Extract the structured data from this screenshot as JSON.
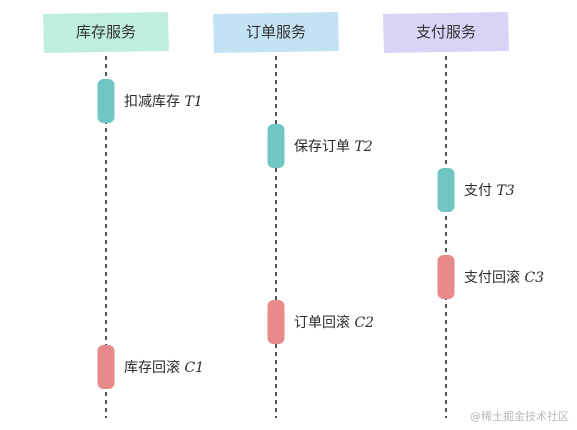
{
  "services": [
    {
      "id": "inventory",
      "label": "库存服务",
      "color": "#bfeee0"
    },
    {
      "id": "order",
      "label": "订单服务",
      "color": "#c3e3f5"
    },
    {
      "id": "payment",
      "label": "支付服务",
      "color": "#d9d4f6"
    }
  ],
  "steps": [
    {
      "service": "inventory",
      "label_cn": "扣减库存",
      "code": "T1",
      "kind": "try"
    },
    {
      "service": "order",
      "label_cn": "保存订单",
      "code": "T2",
      "kind": "try"
    },
    {
      "service": "payment",
      "label_cn": "支付",
      "code": "T3",
      "kind": "try"
    },
    {
      "service": "payment",
      "label_cn": "支付回滚",
      "code": "C3",
      "kind": "compensate"
    },
    {
      "service": "order",
      "label_cn": "订单回滚",
      "code": "C2",
      "kind": "compensate"
    },
    {
      "service": "inventory",
      "label_cn": "库存回滚",
      "code": "C1",
      "kind": "compensate"
    }
  ],
  "colors": {
    "try": "#6fc6c2",
    "compensate": "#e88a89",
    "lifeline": "#555555"
  },
  "watermark": "@稀土掘金技术社区"
}
